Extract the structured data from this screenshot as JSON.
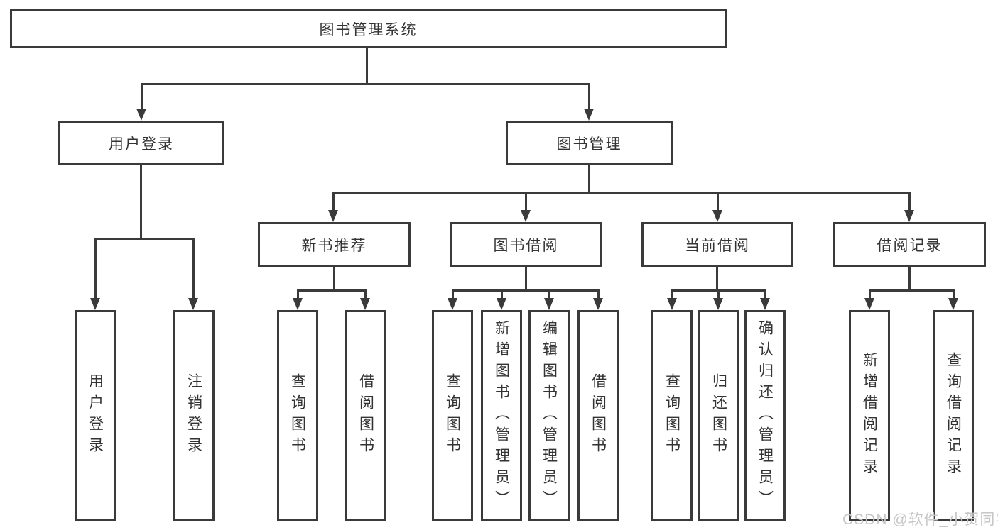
{
  "nodes": {
    "root": "图书管理系统",
    "branches": {
      "user_login": "用户登录",
      "book_mgmt": "图书管理"
    },
    "categories": {
      "new_books": "新书推荐",
      "book_borrow": "图书借阅",
      "current_borrow": "当前借阅",
      "borrow_records": "借阅记录"
    },
    "leaves": {
      "user_login": "用户登录",
      "logout": "注销登录",
      "nb_query_books": "查询图书",
      "nb_borrow_books": "借阅图书",
      "bb_query_books": "查询图书",
      "bb_add_books": "新增图书（管理员）",
      "bb_edit_books": "编辑图书（管理员）",
      "bb_borrow_books": "借阅图书",
      "cb_query_books": "查询图书",
      "cb_return_books": "归还图书",
      "cb_confirm_return": "确认归还（管理员）",
      "br_add_record": "新增借阅记录",
      "br_query_record": "查询借阅记录"
    }
  },
  "watermark": "CSDN @软件_小贺同学",
  "colors": {
    "line": "#3a3a3a",
    "text": "#333333",
    "background": "#ffffff",
    "watermark": "#c7c7c7"
  }
}
